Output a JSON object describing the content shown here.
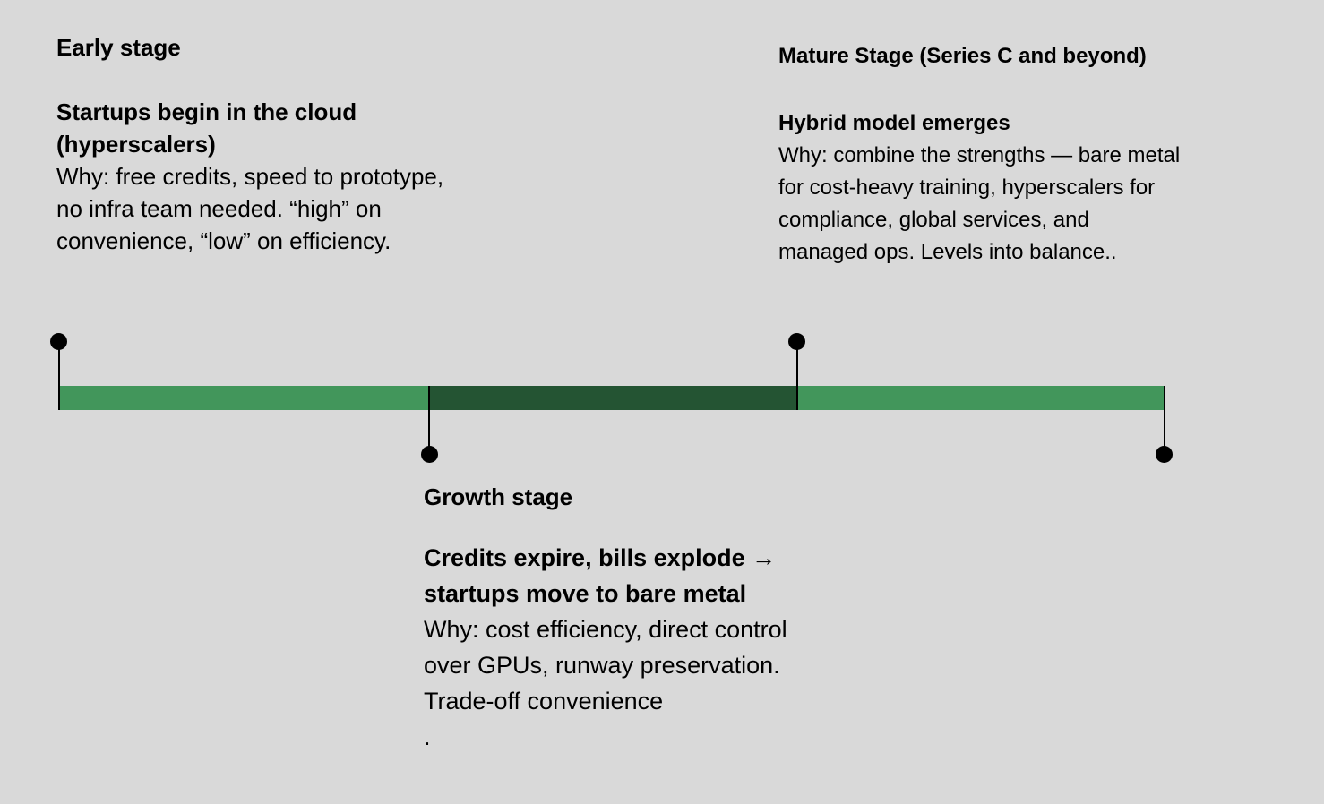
{
  "colors": {
    "background": "#d9d9d9",
    "segment_light": "#42965b",
    "segment_dark": "#245433",
    "marker": "#000000"
  },
  "stages": {
    "early": {
      "title": "Early stage",
      "headline_1": "Startups begin in the cloud",
      "headline_2": "(hyperscalers)",
      "body": "Why: free credits, speed to prototype, no infra team needed. “high” on convenience, “low” on efficiency."
    },
    "growth": {
      "title": "Growth stage",
      "headline": "Credits expire, bills explode → startups move to bare metal",
      "body": "Why: cost efficiency, direct control over GPUs, runway preservation.  Trade-off convenience",
      "trailing": "."
    },
    "mature": {
      "title": "Mature Stage (Series C and beyond)",
      "headline": "Hybrid model emerges",
      "body": "Why: combine the strengths — bare metal for cost-heavy training, hyperscalers for compliance, global services, and managed ops.  Levels into balance.."
    }
  }
}
